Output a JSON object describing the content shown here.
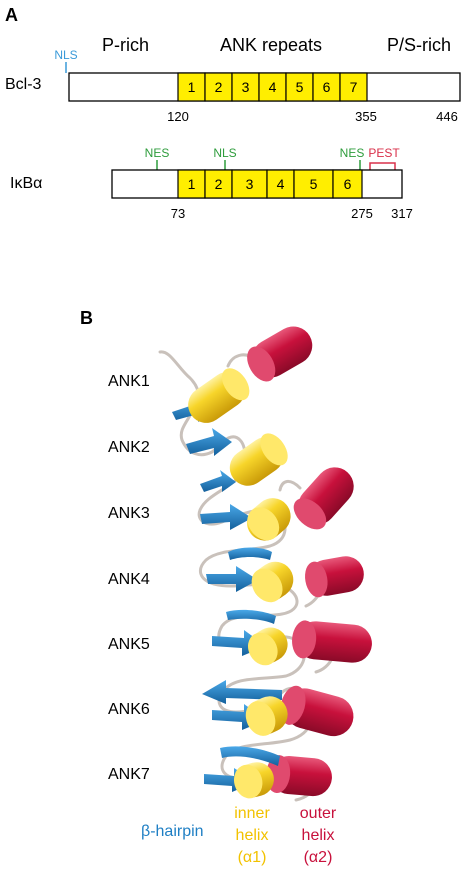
{
  "panel_a": {
    "letter": "A",
    "bcl3": {
      "name": "Bcl-3",
      "nls": "NLS",
      "p_rich": "P-rich",
      "ank_repeats": "ANK repeats",
      "ps_rich": "P/S-rich",
      "repeats": [
        "1",
        "2",
        "3",
        "4",
        "5",
        "6",
        "7"
      ],
      "positions": [
        "120",
        "355",
        "446"
      ]
    },
    "ikba": {
      "name": "IκBα",
      "nes_left": "NES",
      "nls": "NLS",
      "nes_right": "NES",
      "pest": "PEST",
      "repeats": [
        "1",
        "2",
        "3",
        "4",
        "5",
        "6"
      ],
      "positions": [
        "73",
        "275",
        "317"
      ]
    }
  },
  "panel_b": {
    "letter": "B",
    "ank_labels": [
      "ANK1",
      "ANK2",
      "ANK3",
      "ANK4",
      "ANK5",
      "ANK6",
      "ANK7"
    ],
    "legend": {
      "beta_hairpin": "β-hairpin",
      "inner_line1": "inner",
      "inner_line2": "helix",
      "inner_line3": "(α1)",
      "outer_line1": "outer",
      "outer_line2": "helix",
      "outer_line3": "(α2)"
    }
  },
  "colors": {
    "repeat_fill": "#ffee00",
    "nls_blue": "#3a9ad9",
    "nes_green": "#2e9c3c",
    "pest_red": "#d9304a",
    "inner_helix": "#f5cf24",
    "outer_helix": "#c8113c",
    "beta": "#1f7fc4",
    "loop": "#c9c1bb"
  }
}
